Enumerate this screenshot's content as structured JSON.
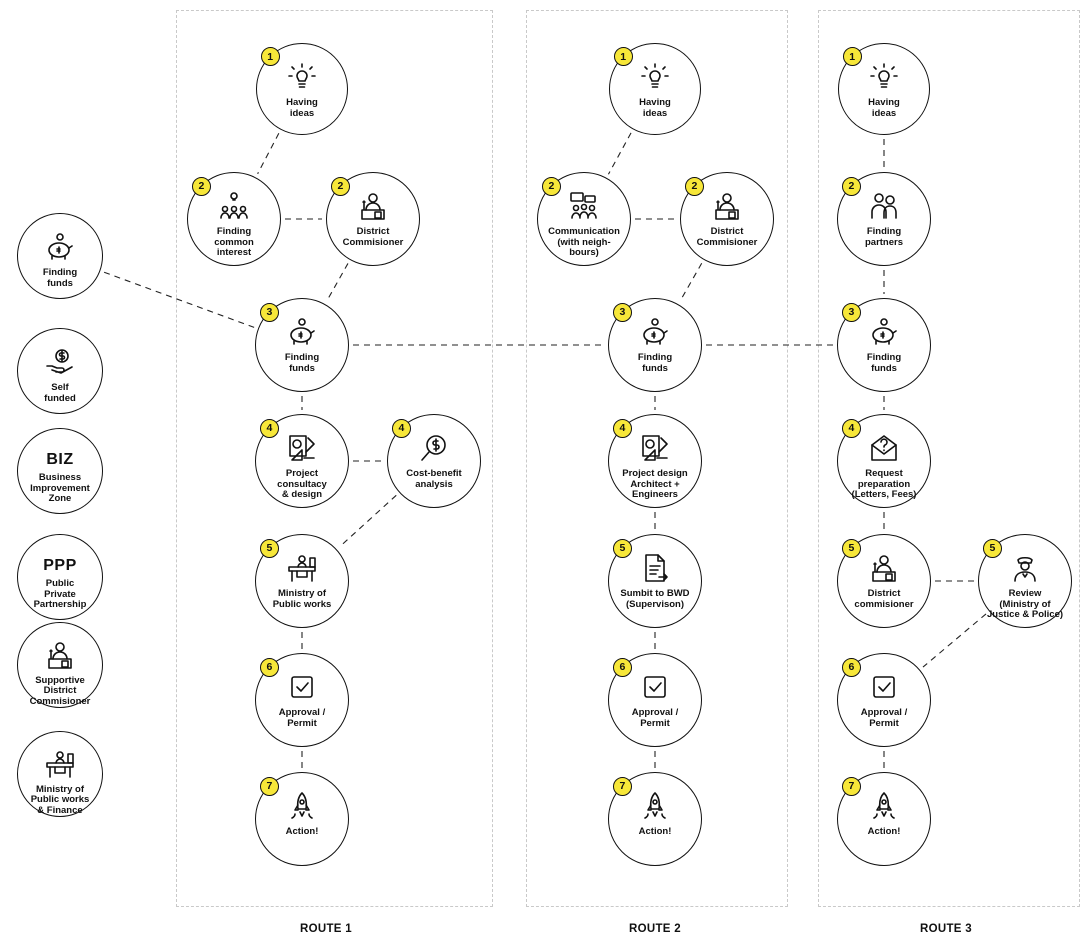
{
  "routes": [
    {
      "label": "ROUTE 1"
    },
    {
      "label": "ROUTE 2"
    },
    {
      "label": "ROUTE 3"
    }
  ],
  "funding_options": [
    {
      "icon": "piggy-bank-icon",
      "label": "Finding\nfunds"
    },
    {
      "icon": "hand-coin-icon",
      "label": "Self\nfunded"
    },
    {
      "icon": "",
      "big": "BIZ",
      "label": "Business\nImprovement\nZone"
    },
    {
      "icon": "",
      "big": "PPP",
      "label": "Public\nPrivate\nPartnership"
    },
    {
      "icon": "official-at-desk-icon",
      "label": "Supportive\nDistrict\nCommisioner"
    },
    {
      "icon": "ministry-desk-icon",
      "label": "Ministry of\nPublic works\n& Finance"
    }
  ],
  "route1": {
    "having_ideas": {
      "num": "1",
      "label": "Having\nideas",
      "icon": "lightbulb-icon"
    },
    "finding_common_interest": {
      "num": "2",
      "label": "Finding\ncommon\ninterest",
      "icon": "group-idea-icon"
    },
    "district_commisioner": {
      "num": "2",
      "label": "District\nCommisioner",
      "icon": "official-at-desk-icon"
    },
    "finding_funds": {
      "num": "3",
      "label": "Finding\nfunds",
      "icon": "piggy-bank-icon"
    },
    "project_consultancy": {
      "num": "4",
      "label": "Project\nconsultacy\n& design",
      "icon": "drafting-tools-icon"
    },
    "cost_benefit": {
      "num": "4",
      "label": "Cost-benefit\nanalysis",
      "icon": "magnifier-dollar-icon"
    },
    "ministry": {
      "num": "5",
      "label": "Ministry of\nPublic works",
      "icon": "ministry-desk-icon"
    },
    "approval": {
      "num": "6",
      "label": "Approval /\nPermit",
      "icon": "checkbox-icon"
    },
    "action": {
      "num": "7",
      "label": "Action!",
      "icon": "rocket-icon"
    }
  },
  "route2": {
    "having_ideas": {
      "num": "1",
      "label": "Having\nideas",
      "icon": "lightbulb-icon"
    },
    "communication": {
      "num": "2",
      "label": "Communication\n(with neigh-\nbours)",
      "icon": "people-chat-icon"
    },
    "district_commisioner": {
      "num": "2",
      "label": "District\nCommisioner",
      "icon": "official-at-desk-icon"
    },
    "finding_funds": {
      "num": "3",
      "label": "Finding\nfunds",
      "icon": "piggy-bank-icon"
    },
    "project_design": {
      "num": "4",
      "label": "Project design\nArchitect +\nEngineers",
      "icon": "drafting-tools-icon"
    },
    "submit": {
      "num": "5",
      "label": "Sumbit to BWD\n(Supervison)",
      "icon": "document-send-icon"
    },
    "approval": {
      "num": "6",
      "label": "Approval /\nPermit",
      "icon": "checkbox-icon"
    },
    "action": {
      "num": "7",
      "label": "Action!",
      "icon": "rocket-icon"
    }
  },
  "route3": {
    "having_ideas": {
      "num": "1",
      "label": "Having\nideas",
      "icon": "lightbulb-icon"
    },
    "finding_partners": {
      "num": "2",
      "label": "Finding\npartners",
      "icon": "partners-icon"
    },
    "finding_funds": {
      "num": "3",
      "label": "Finding\nfunds",
      "icon": "piggy-bank-icon"
    },
    "request": {
      "num": "4",
      "label": "Request\npreparation\n(Letters, Fees)",
      "icon": "envelope-question-icon"
    },
    "district_commisioner": {
      "num": "5",
      "label": "District\ncommisioner",
      "icon": "official-at-desk-icon"
    },
    "review": {
      "num": "5",
      "label": "Review\n(Ministry of\nJustice & Police)",
      "icon": "police-officer-icon"
    },
    "approval": {
      "num": "6",
      "label": "Approval /\nPermit",
      "icon": "checkbox-icon"
    },
    "action": {
      "num": "7",
      "label": "Action!",
      "icon": "rocket-icon"
    }
  },
  "colors": {
    "badge": "#f7e739",
    "stroke": "#111111",
    "route_border": "#c9c9c9"
  }
}
